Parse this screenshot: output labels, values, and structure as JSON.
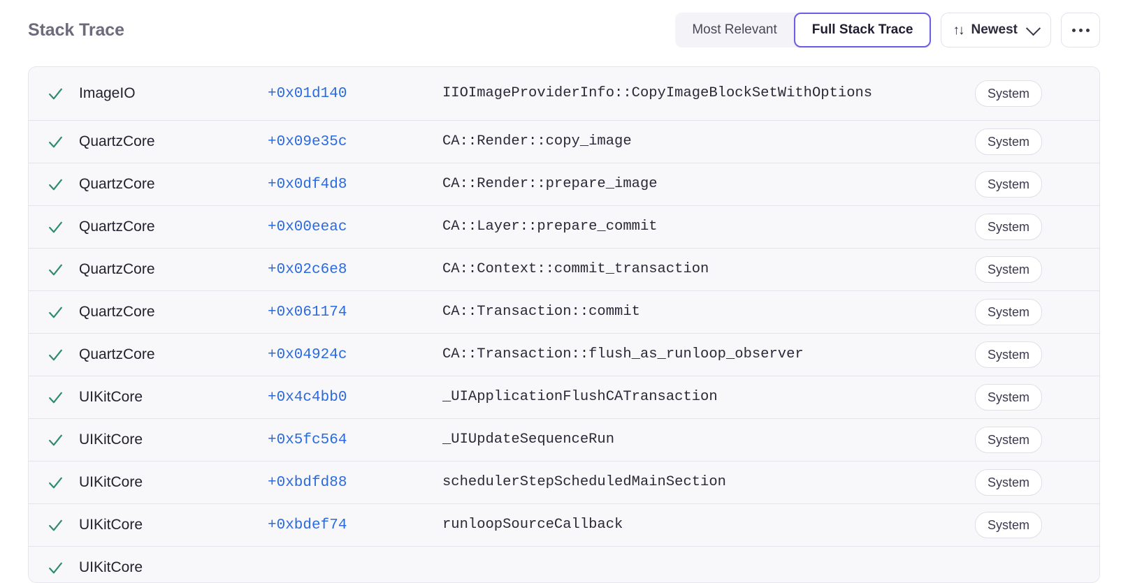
{
  "header": {
    "title": "Stack Trace",
    "segmented": {
      "options": [
        {
          "label": "Most Relevant",
          "active": false
        },
        {
          "label": "Full Stack Trace",
          "active": true
        }
      ]
    },
    "sort": {
      "icon": "sort-arrows-icon",
      "icon_glyph": "↑↓",
      "label": "Newest",
      "chevron": "chevron-down-icon"
    },
    "more": {
      "label": "···",
      "name": "more-options-icon"
    }
  },
  "colors": {
    "accent_purple": "#6c5ce7",
    "offset_blue": "#2a6ae0",
    "check_green": "#2e8b6e",
    "title_gray": "#6d6a7c",
    "row_bg": "#f8f8fa",
    "row_divider": "#e4e2ea"
  },
  "trace": {
    "frames": [
      {
        "checked": true,
        "package": "ImageIO",
        "offset": "+0x01d140",
        "symbol": "IIOImageProviderInfo::CopyImageBlockSetWithOptions",
        "badge": "System",
        "tall": true
      },
      {
        "checked": true,
        "package": "QuartzCore",
        "offset": "+0x09e35c",
        "symbol": "CA::Render::copy_image",
        "badge": "System",
        "tall": false
      },
      {
        "checked": true,
        "package": "QuartzCore",
        "offset": "+0x0df4d8",
        "symbol": "CA::Render::prepare_image",
        "badge": "System",
        "tall": false
      },
      {
        "checked": true,
        "package": "QuartzCore",
        "offset": "+0x00eeac",
        "symbol": "CA::Layer::prepare_commit",
        "badge": "System",
        "tall": false
      },
      {
        "checked": true,
        "package": "QuartzCore",
        "offset": "+0x02c6e8",
        "symbol": "CA::Context::commit_transaction",
        "badge": "System",
        "tall": false
      },
      {
        "checked": true,
        "package": "QuartzCore",
        "offset": "+0x061174",
        "symbol": "CA::Transaction::commit",
        "badge": "System",
        "tall": false
      },
      {
        "checked": true,
        "package": "QuartzCore",
        "offset": "+0x04924c",
        "symbol": "CA::Transaction::flush_as_runloop_observer",
        "badge": "System",
        "tall": false
      },
      {
        "checked": true,
        "package": "UIKitCore",
        "offset": "+0x4c4bb0",
        "symbol": "_UIApplicationFlushCATransaction",
        "badge": "System",
        "tall": false
      },
      {
        "checked": true,
        "package": "UIKitCore",
        "offset": "+0x5fc564",
        "symbol": "_UIUpdateSequenceRun",
        "badge": "System",
        "tall": false
      },
      {
        "checked": true,
        "package": "UIKitCore",
        "offset": "+0xbdfd88",
        "symbol": "schedulerStepScheduledMainSection",
        "badge": "System",
        "tall": false
      },
      {
        "checked": true,
        "package": "UIKitCore",
        "offset": "+0xbdef74",
        "symbol": "runloopSourceCallback",
        "badge": "System",
        "tall": false
      },
      {
        "checked": true,
        "package": "UIKitCore",
        "offset": "",
        "symbol": "",
        "badge": "",
        "tall": false
      }
    ]
  }
}
